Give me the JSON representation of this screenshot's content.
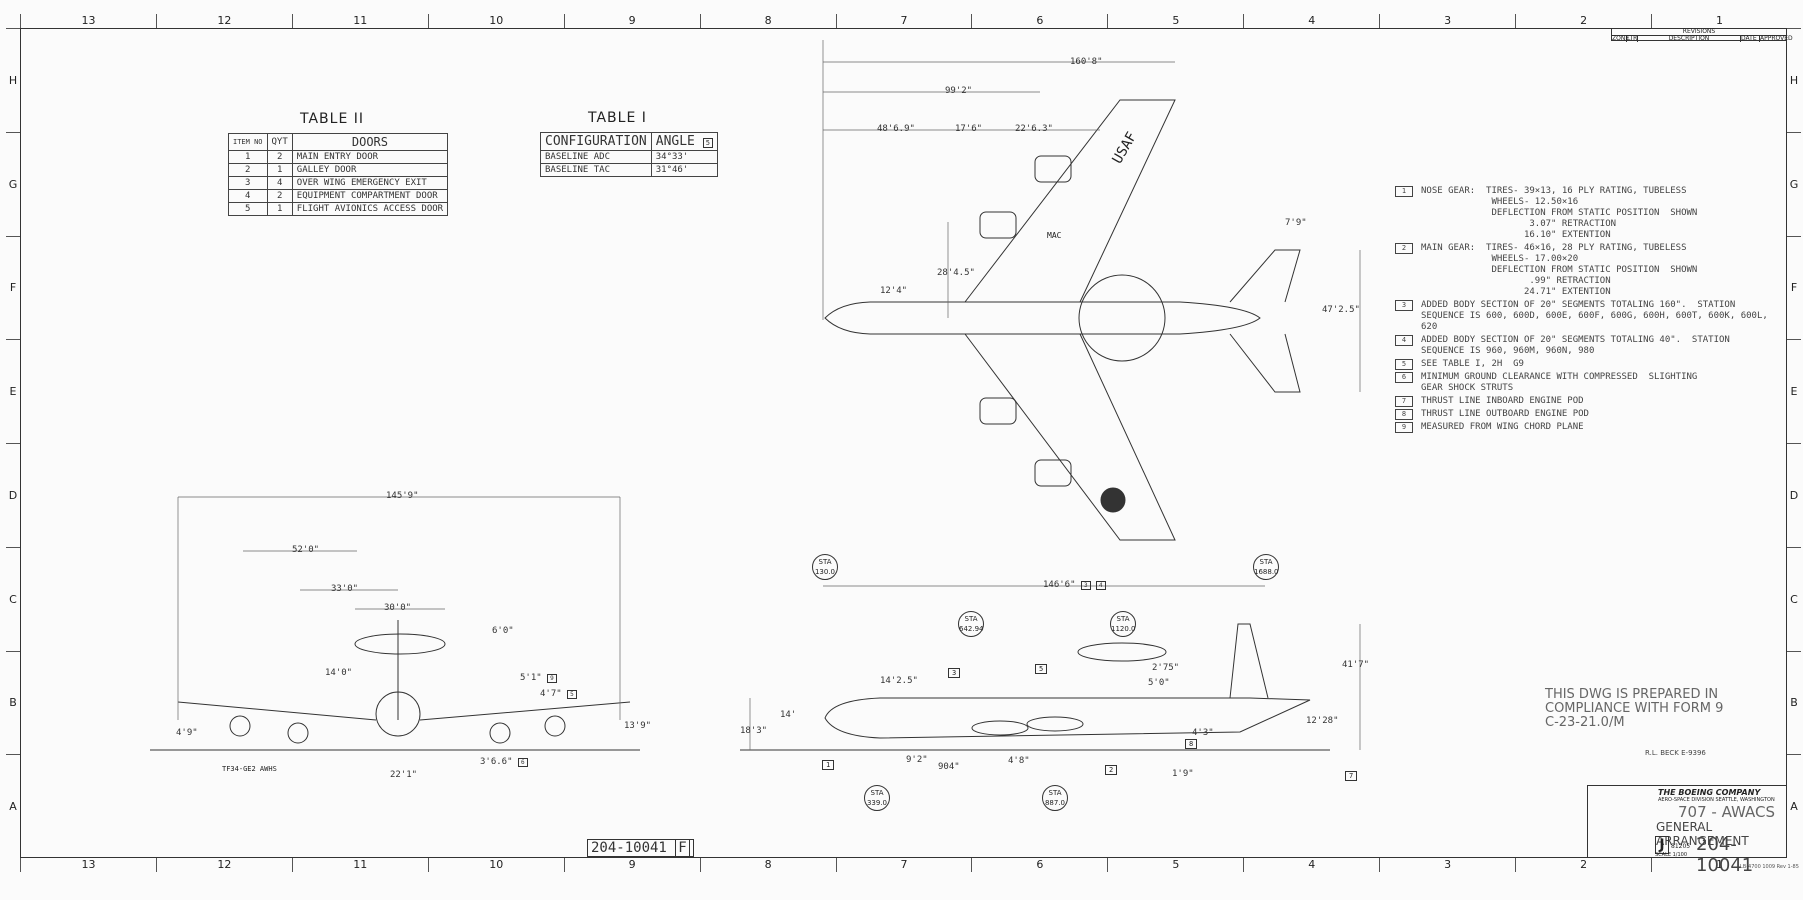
{
  "zones_cols": [
    "13",
    "12",
    "11",
    "10",
    "9",
    "8",
    "7",
    "6",
    "5",
    "4",
    "3",
    "2",
    "1"
  ],
  "zones_rows": [
    "H",
    "G",
    "F",
    "E",
    "D",
    "C",
    "B",
    "A"
  ],
  "table2": {
    "title": "TABLE II",
    "headers": [
      "ITEM NO",
      "QYT",
      "DOORS"
    ],
    "rows": [
      [
        "1",
        "2",
        "MAIN ENTRY DOOR"
      ],
      [
        "2",
        "1",
        "GALLEY DOOR"
      ],
      [
        "3",
        "4",
        "OVER WING EMERGENCY EXIT"
      ],
      [
        "4",
        "2",
        "EQUIPMENT COMPARTMENT DOOR"
      ],
      [
        "5",
        "1",
        "FLIGHT AVIONICS ACCESS DOOR"
      ]
    ]
  },
  "table1": {
    "title": "TABLE I",
    "headers": [
      "CONFIGURATION",
      "ANGLE"
    ],
    "angle_tag": "5",
    "rows": [
      [
        "BASELINE ADC",
        "34°33'"
      ],
      [
        "BASELINE TAC",
        "31°46'"
      ]
    ]
  },
  "revisions": {
    "title": "REVISIONS",
    "cols": [
      "ZONE",
      "LTR",
      "DESCRIPTION",
      "DATE",
      "APPROVED"
    ]
  },
  "top_view": {
    "dims": [
      "160'8\"",
      "99'2\"",
      "48'6.9\"",
      "17'6\"",
      "22'6.3\"",
      "7'9\"",
      "28'4.5\"",
      "12'4\"",
      "47'2.5\""
    ],
    "mac": "MAC",
    "usaf": "USAF"
  },
  "front_view": {
    "dims": [
      "145'9\"",
      "52'0\"",
      "33'0\"",
      "30'0\"",
      "6'0\"",
      "14'0\"",
      "5'1\"",
      "4'7\"",
      "4'9\"",
      "13'9\"",
      "22'1\"",
      "3'6.6\""
    ],
    "engine": "TF34-GE2 AWHS",
    "tags": [
      "9",
      "5",
      "6"
    ]
  },
  "side_view": {
    "dims": [
      "146'6\"",
      "14'2.5\"",
      "14'",
      "18'3\"",
      "9'2\"",
      "904\"",
      "4'8\"",
      "2'75\"",
      "5'0\"",
      "4'3\"",
      "1'9\"",
      "41'7\"",
      "12'28\""
    ],
    "stations": [
      {
        "top": "STA",
        "bottom": "130.0"
      },
      {
        "top": "STA",
        "bottom": "1688.0"
      },
      {
        "top": "STA",
        "bottom": "642.94"
      },
      {
        "top": "STA",
        "bottom": "1120.0"
      },
      {
        "top": "STA",
        "bottom": "339.0"
      },
      {
        "top": "STA",
        "bottom": "887.0"
      }
    ],
    "tags": [
      "3",
      "4",
      "1",
      "2",
      "3",
      "5",
      "8",
      "7"
    ]
  },
  "notes": [
    {
      "n": "1",
      "text": "NOSE GEAR:  TIRES- 39×13, 16 PLY RATING, TUBELESS\n             WHEELS- 12.50×16\n             DEFLECTION FROM STATIC POSITION  SHOWN\n                    3.07\" RETRACTION\n                   16.10\" EXTENTION"
    },
    {
      "n": "2",
      "text": "MAIN GEAR:  TIRES- 46×16, 28 PLY RATING, TUBELESS\n             WHEELS- 17.00×20\n             DEFLECTION FROM STATIC POSITION  SHOWN\n                    .99\" RETRACTION\n                   24.71\" EXTENTION"
    },
    {
      "n": "3",
      "text": "ADDED BODY SECTION OF 20\" SEGMENTS TOTALING 160\".  STATION\nSEQUENCE IS 600, 600D, 600E, 600F, 600G, 600H, 600T, 600K, 600L,\n620"
    },
    {
      "n": "4",
      "text": "ADDED BODY SECTION OF 20\" SEGMENTS TOTALING 40\".  STATION\nSEQUENCE IS 960, 960M, 960N, 980"
    },
    {
      "n": "5",
      "text": "SEE TABLE I, 2H  G9"
    },
    {
      "n": "6",
      "text": "MINIMUM GROUND CLEARANCE WITH COMPRESSED  SLIGHTING\nGEAR SHOCK STRUTS"
    },
    {
      "n": "7",
      "text": "THRUST LINE INBOARD ENGINE POD"
    },
    {
      "n": "8",
      "text": "THRUST LINE OUTBOARD ENGINE POD"
    },
    {
      "n": "9",
      "text": "MEASURED FROM WING CHORD PLANE"
    }
  ],
  "compliance": "THIS DWG IS PREPARED IN\nCOMPLIANCE WITH FORM 9\nC-23-21.0/M",
  "signature": "R.L. BECK  E-9396",
  "title_block": {
    "company": "THE BOEING COMPANY",
    "division": "AERO-SPACE DIVISION   SEATTLE, WASHINGTON",
    "title1": "707 - AWACS",
    "title2": "GENERAL ARRANGEMENT",
    "size": "J",
    "code": "81205",
    "dwg_no": "204-10041",
    "scale": "SCALE 1/100"
  },
  "dwg_stamp": "204-10041",
  "dwg_stamp_letter": "F",
  "footer_code": "LB-4700 1009 Rev 1-85"
}
